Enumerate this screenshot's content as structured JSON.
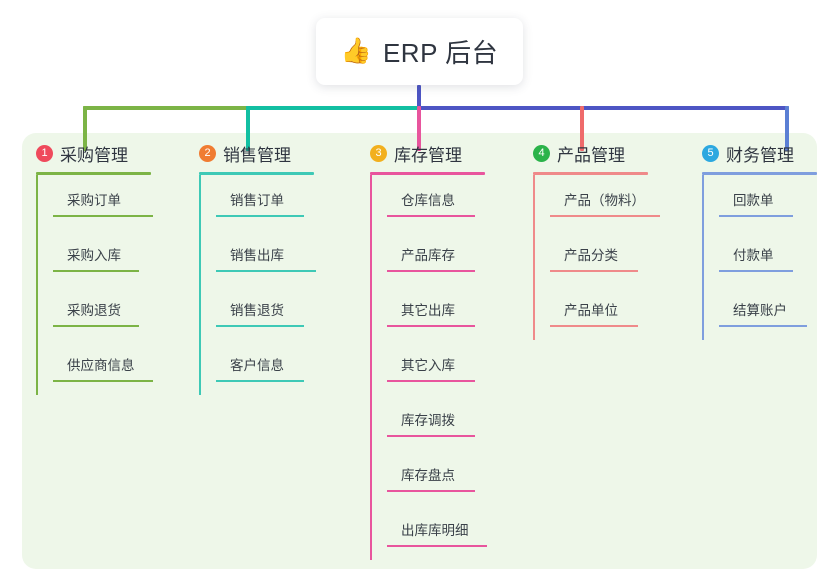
{
  "root": {
    "icon": "thumbs-up-emoji",
    "emoji": "👍",
    "title": "ERP 后台"
  },
  "palette": {
    "panel_bg": "#eef7e9",
    "root_text": "#2f3540",
    "stem": "#4d55c4",
    "bar_green": "#7cb446",
    "bar_teal": "#12bfa2",
    "bar_indigo": "#4d55c4"
  },
  "columns": [
    {
      "number": "1",
      "title": "采购管理",
      "badge_color": "#ef4a5c",
      "line_color": "#7cb446",
      "drop_color": "#7cb446",
      "items": [
        {
          "label": "采购订单",
          "rule_width": 100
        },
        {
          "label": "采购入库",
          "rule_width": 86
        },
        {
          "label": "采购退货",
          "rule_width": 86
        },
        {
          "label": "供应商信息",
          "rule_width": 100
        }
      ]
    },
    {
      "number": "2",
      "title": "销售管理",
      "badge_color": "#f07c32",
      "line_color": "#3ec9b6",
      "drop_color": "#12bfa2",
      "items": [
        {
          "label": "销售订单",
          "rule_width": 88
        },
        {
          "label": "销售出库",
          "rule_width": 100
        },
        {
          "label": "销售退货",
          "rule_width": 88
        },
        {
          "label": "客户信息",
          "rule_width": 88
        }
      ]
    },
    {
      "number": "3",
      "title": "库存管理",
      "badge_color": "#f2b01e",
      "line_color": "#e8559d",
      "drop_color": "#e8559d",
      "items": [
        {
          "label": "仓库信息",
          "rule_width": 88
        },
        {
          "label": "产品库存",
          "rule_width": 88
        },
        {
          "label": "其它出库",
          "rule_width": 88
        },
        {
          "label": "其它入库",
          "rule_width": 88
        },
        {
          "label": "库存调拨",
          "rule_width": 88
        },
        {
          "label": "库存盘点",
          "rule_width": 88
        },
        {
          "label": "出库库明细",
          "rule_width": 100
        }
      ]
    },
    {
      "number": "4",
      "title": "产品管理",
      "badge_color": "#2bb34a",
      "line_color": "#ef8a8a",
      "drop_color": "#ef6b6b",
      "items": [
        {
          "label": "产品（物料）",
          "rule_width": 110
        },
        {
          "label": "产品分类",
          "rule_width": 88
        },
        {
          "label": "产品单位",
          "rule_width": 88
        }
      ]
    },
    {
      "number": "5",
      "title": "财务管理",
      "badge_color": "#2ca8e0",
      "line_color": "#7f9ede",
      "drop_color": "#5b7fd4",
      "items": [
        {
          "label": "回款单",
          "rule_width": 74
        },
        {
          "label": "付款单",
          "rule_width": 74
        },
        {
          "label": "结算账户",
          "rule_width": 88
        }
      ]
    }
  ]
}
